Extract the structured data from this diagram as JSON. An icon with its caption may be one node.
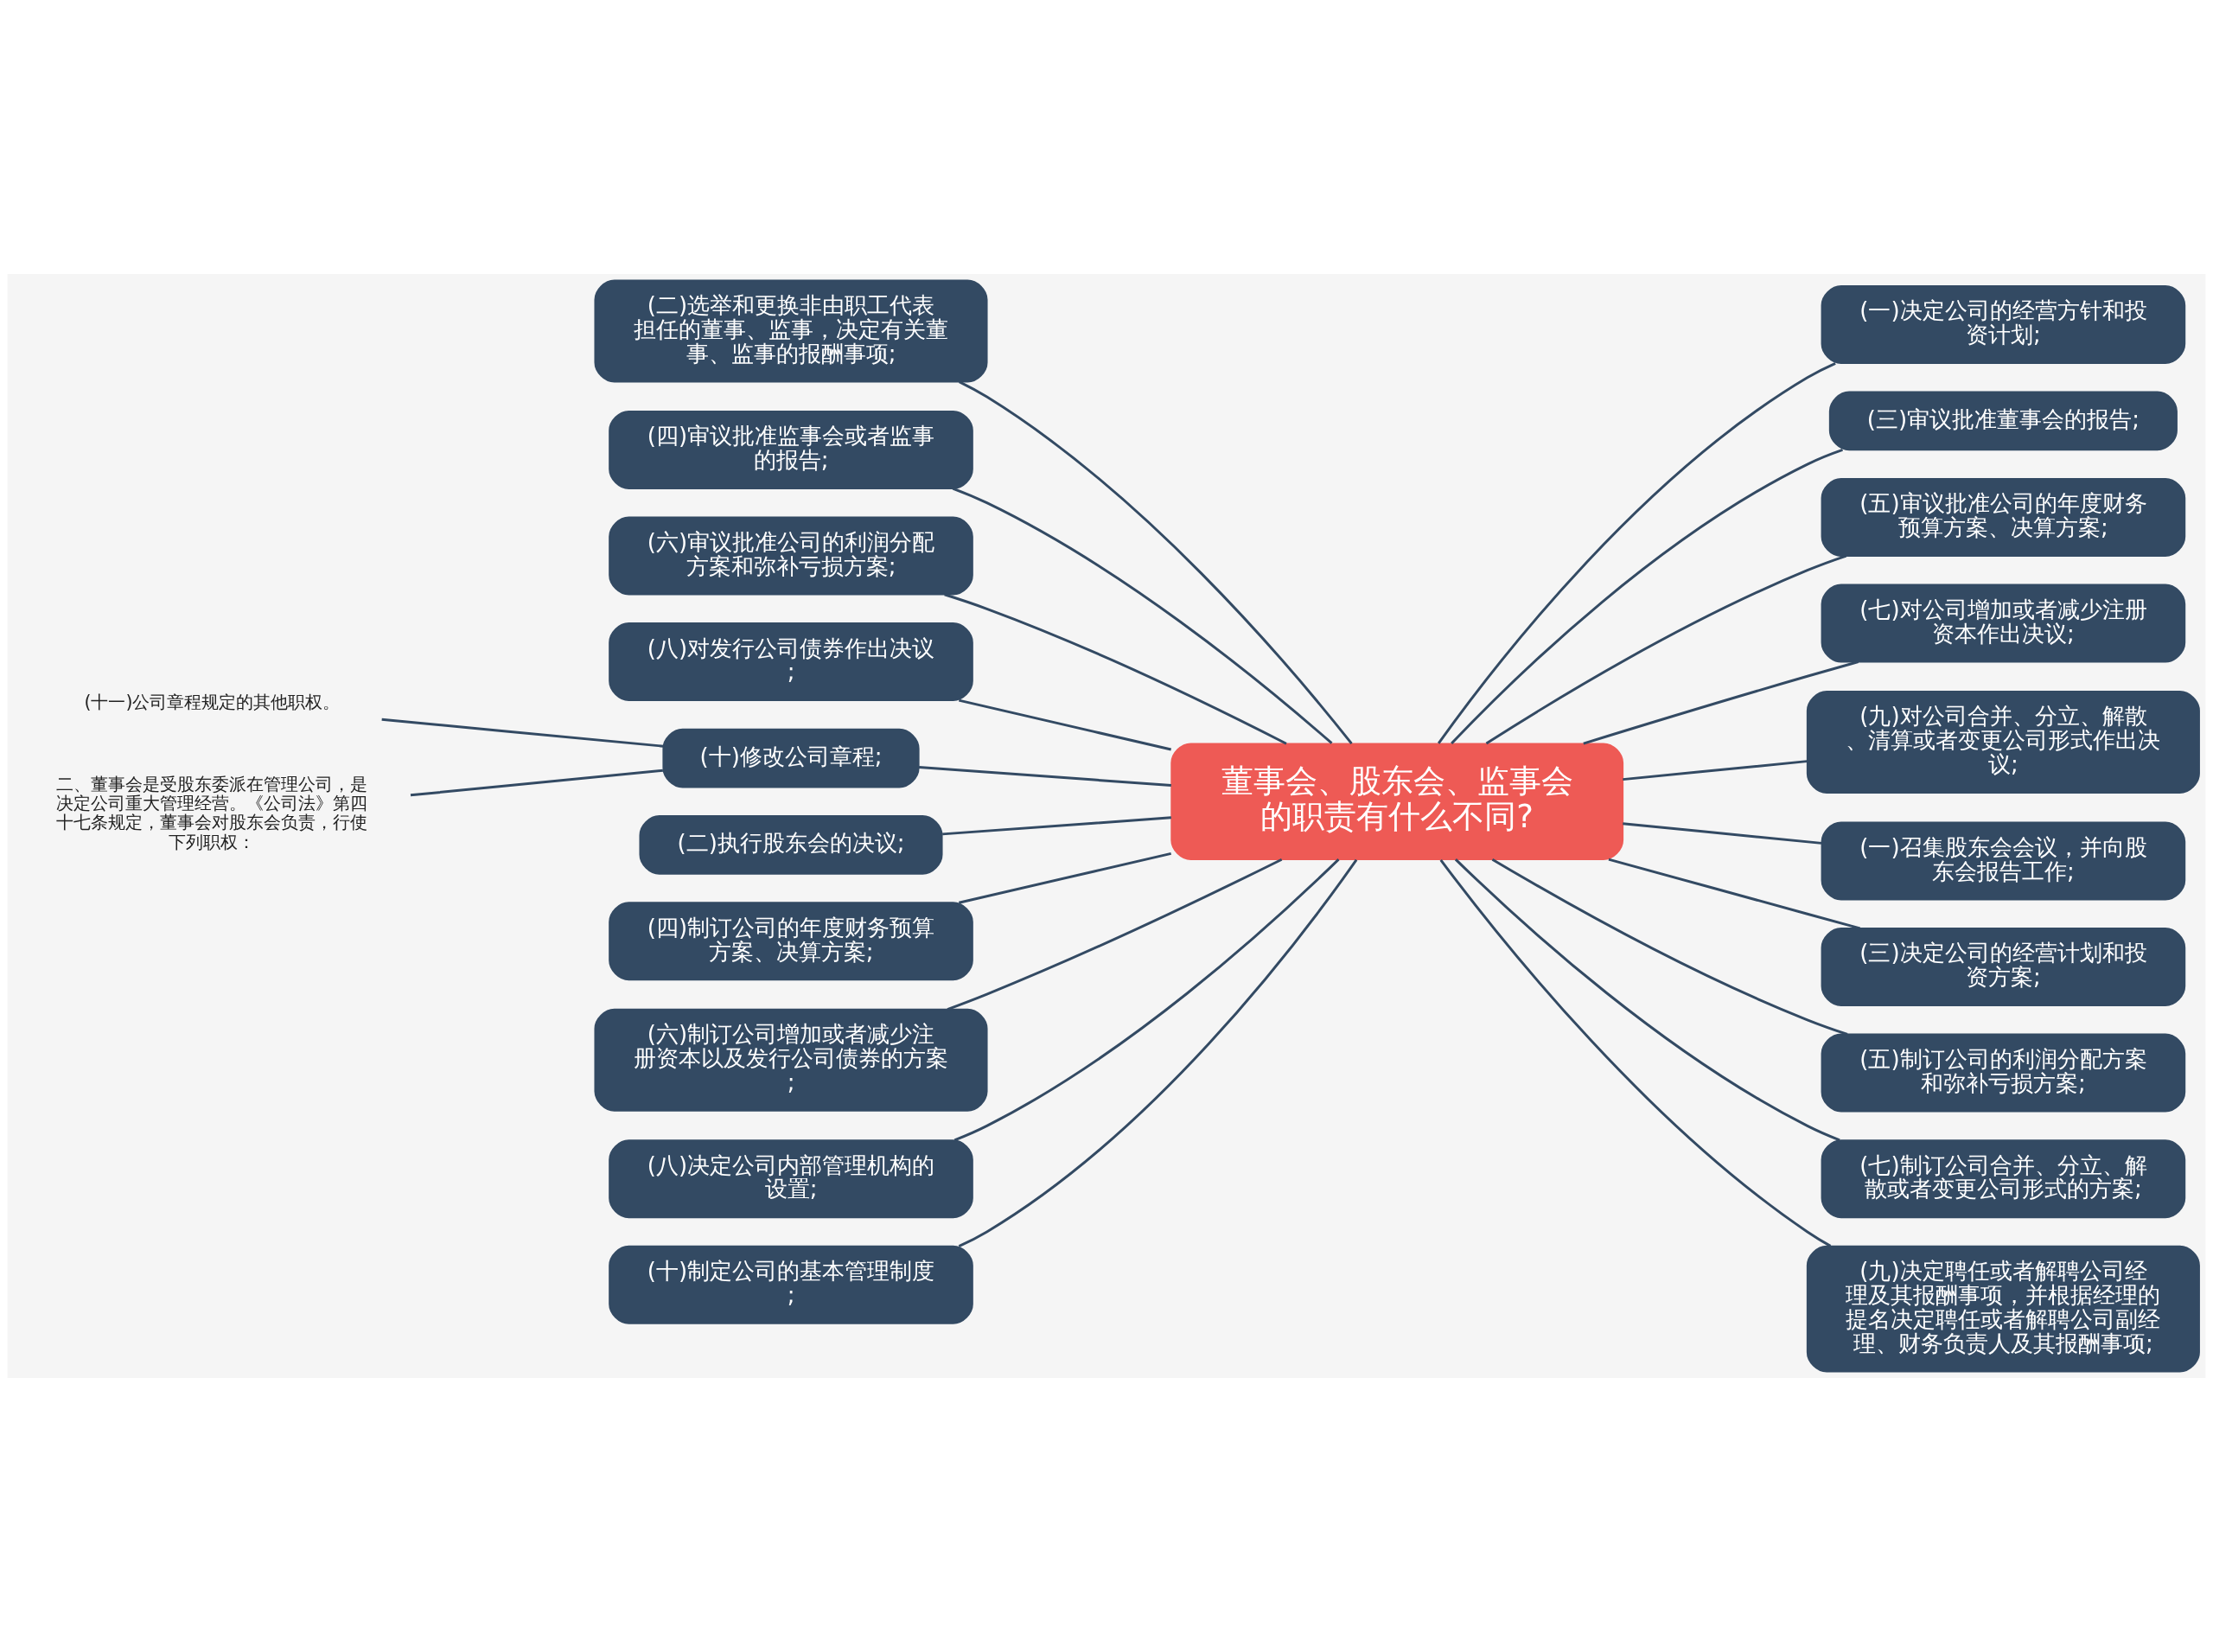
{
  "diagram": {
    "nodes": [
      {
        "text": [
          "董事会、股东会、监事会的职责有什么不同?"
        ]
      },
      {
        "text": [
          "(二)选举和更换非由职工代表担任的董事、监事，决定有关董事、监事的报酬事项;"
        ]
      },
      {
        "text": [
          "(四)审议批准监事会或者监事的报告;"
        ]
      },
      {
        "text": [
          "(六)审议批准公司的利润分配方案和弥补亏损方案;"
        ]
      },
      {
        "text": [
          "(八)对发行公司债券作出决议;"
        ]
      },
      {
        "text": [
          "(十)修改公司章程;"
        ]
      },
      {
        "text": [
          "(十一)公司章程规定的其他职权。"
        ]
      },
      {
        "text": [
          "二、董事会是受股东委派在管理公司，是决定公司重大管理经营。《公司法》第四十七条规定，董事会对股东会负责，行使下列职权："
        ]
      },
      {
        "text": [
          "(二)执行股东会的决议;"
        ]
      },
      {
        "text": [
          "(四)制订公司的年度财务预算方案、决算方案;"
        ]
      },
      {
        "text": [
          "(六)制订公司增加或者减少注册资本以及发行公司债券的方案;"
        ]
      },
      {
        "text": [
          "(八)决定公司内部管理机构的设置;"
        ]
      },
      {
        "text": [
          "(十)制定公司的基本管理制度;"
        ]
      },
      {
        "text": [
          "(一)决定公司的经营方针和投资计划;"
        ]
      },
      {
        "text": [
          "(三)审议批准董事会的报告;"
        ]
      },
      {
        "text": [
          "(五)审议批准公司的年度财务预算方案、决算方案;"
        ]
      },
      {
        "text": [
          "(七)对公司增加或者减少注册资本作出决议;"
        ]
      },
      {
        "text": [
          "(九)对公司合并、分立、解散、清算或者变更公司形式作出决议;"
        ]
      },
      {
        "text": [
          "(一)召集股东会会议，并向股东会报告工作;"
        ]
      },
      {
        "text": [
          "(三)决定公司的经营计划和投资方案;"
        ]
      },
      {
        "text": [
          "(五)制订公司的利润分配方案和弥补亏损方案;"
        ]
      },
      {
        "text": [
          "(七)制订公司合并、分立、解散或者变更公司形式的方案;"
        ]
      },
      {
        "text": [
          "(九)决定聘任或者解聘公司经理及其报酬事项，并根据经理的提名决定聘任或者解聘公司副经理、财务负责人及其报酬事项;"
        ]
      }
    ],
    "edges": [
      {
        "from": 0,
        "to": 1,
        "arrow": "none"
      },
      {
        "from": 0,
        "to": 2,
        "arrow": "none"
      },
      {
        "from": 0,
        "to": 3,
        "arrow": "none"
      },
      {
        "from": 0,
        "to": 4,
        "arrow": "none"
      },
      {
        "from": 0,
        "to": 5,
        "arrow": "none"
      },
      {
        "from": 5,
        "to": 6,
        "arrow": "none"
      },
      {
        "from": 5,
        "to": 7,
        "arrow": "none"
      },
      {
        "from": 0,
        "to": 8,
        "arrow": "none"
      },
      {
        "from": 0,
        "to": 9,
        "arrow": "none"
      },
      {
        "from": 0,
        "to": 10,
        "arrow": "none"
      },
      {
        "from": 0,
        "to": 11,
        "arrow": "none"
      },
      {
        "from": 0,
        "to": 12,
        "arrow": "none"
      },
      {
        "from": 0,
        "to": 13,
        "arrow": "none"
      },
      {
        "from": 0,
        "to": 14,
        "arrow": "none"
      },
      {
        "from": 0,
        "to": 15,
        "arrow": "none"
      },
      {
        "from": 0,
        "to": 16,
        "arrow": "none"
      },
      {
        "from": 0,
        "to": 17,
        "arrow": "none"
      },
      {
        "from": 0,
        "to": 18,
        "arrow": "none"
      },
      {
        "from": 0,
        "to": 19,
        "arrow": "none"
      },
      {
        "from": 0,
        "to": 20,
        "arrow": "none"
      },
      {
        "from": 0,
        "to": 21,
        "arrow": "none"
      },
      {
        "from": 0,
        "to": 22,
        "arrow": "none"
      }
    ]
  }
}
